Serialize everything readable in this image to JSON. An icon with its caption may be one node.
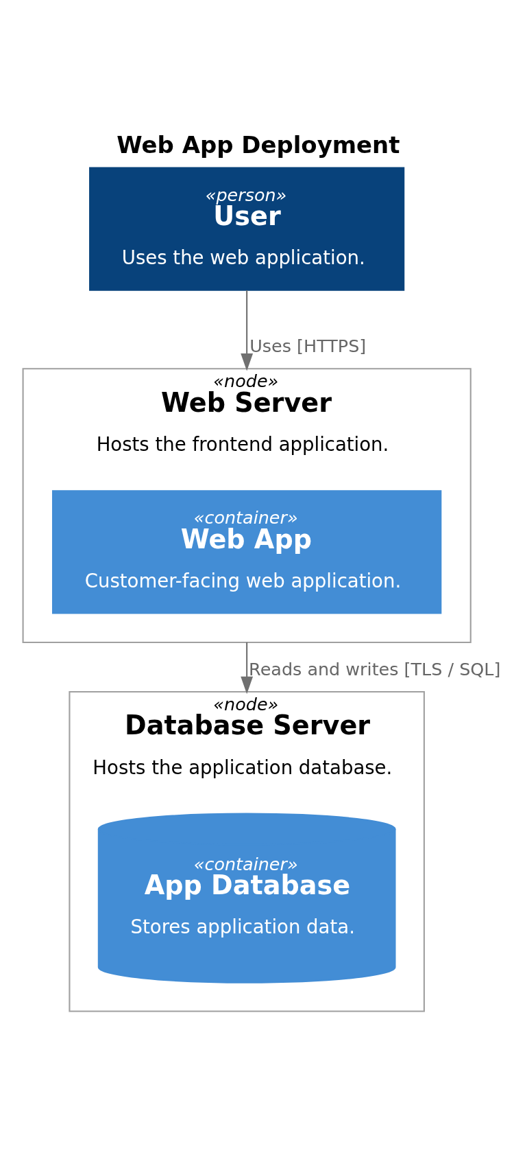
{
  "diagram": {
    "title": "Web App Deployment",
    "nodes": [
      {
        "text": [
          "«person»",
          "User",
          "Uses the web application."
        ]
      },
      {
        "text": [
          "«node»",
          "Web Server",
          "Hosts the frontend application."
        ]
      },
      {
        "text": [
          "«container»",
          "Web App",
          "Customer-facing web application."
        ],
        "in": 1
      },
      {
        "text": [
          "«node»",
          "Database Server",
          "Hosts the application database."
        ]
      },
      {
        "text": [
          "«container»",
          "App Database",
          "Stores application data."
        ],
        "in": 3
      }
    ],
    "edges": [
      {
        "from": 0,
        "to": 1,
        "arrow": "to",
        "label": "Uses [HTTPS]"
      },
      {
        "from": 1,
        "to": 3,
        "arrow": "to",
        "label": "Reads and writes [TLS / SQL]"
      }
    ]
  }
}
